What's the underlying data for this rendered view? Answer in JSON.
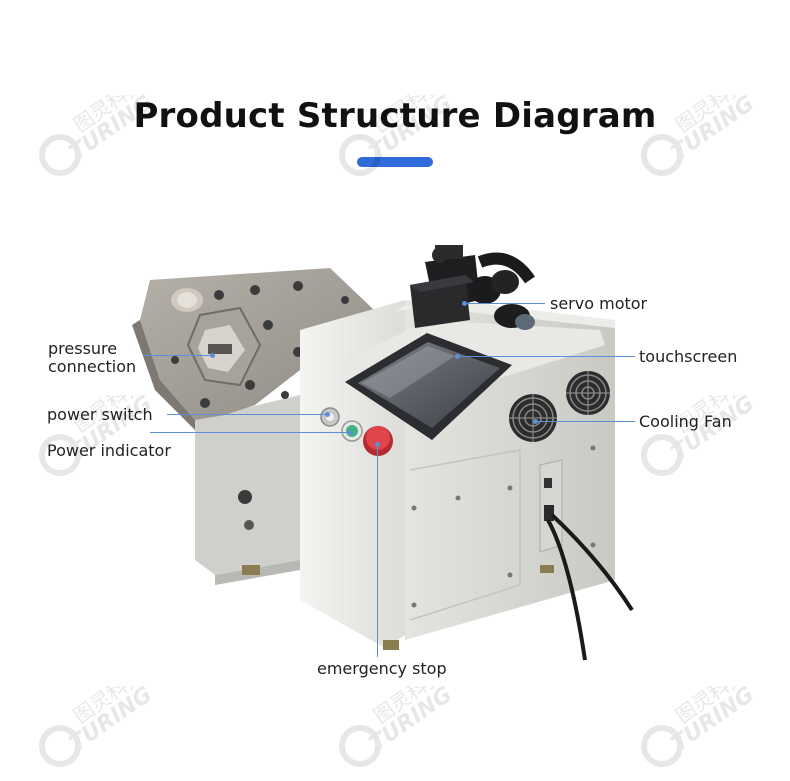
{
  "header": {
    "title": "Product Structure Diagram",
    "accent_color": "#2f6bd9"
  },
  "watermark": {
    "brand_cn": "图灵科技",
    "brand_en": "TURING"
  },
  "callouts": {
    "pressure_connection_line1": "pressure",
    "pressure_connection_line2": "connection",
    "power_switch": "power switch",
    "power_indicator": "Power indicator",
    "servo_motor": "servo motor",
    "touchscreen": "touchscreen",
    "cooling_fan": "Cooling Fan",
    "emergency_stop": "emergency stop"
  }
}
